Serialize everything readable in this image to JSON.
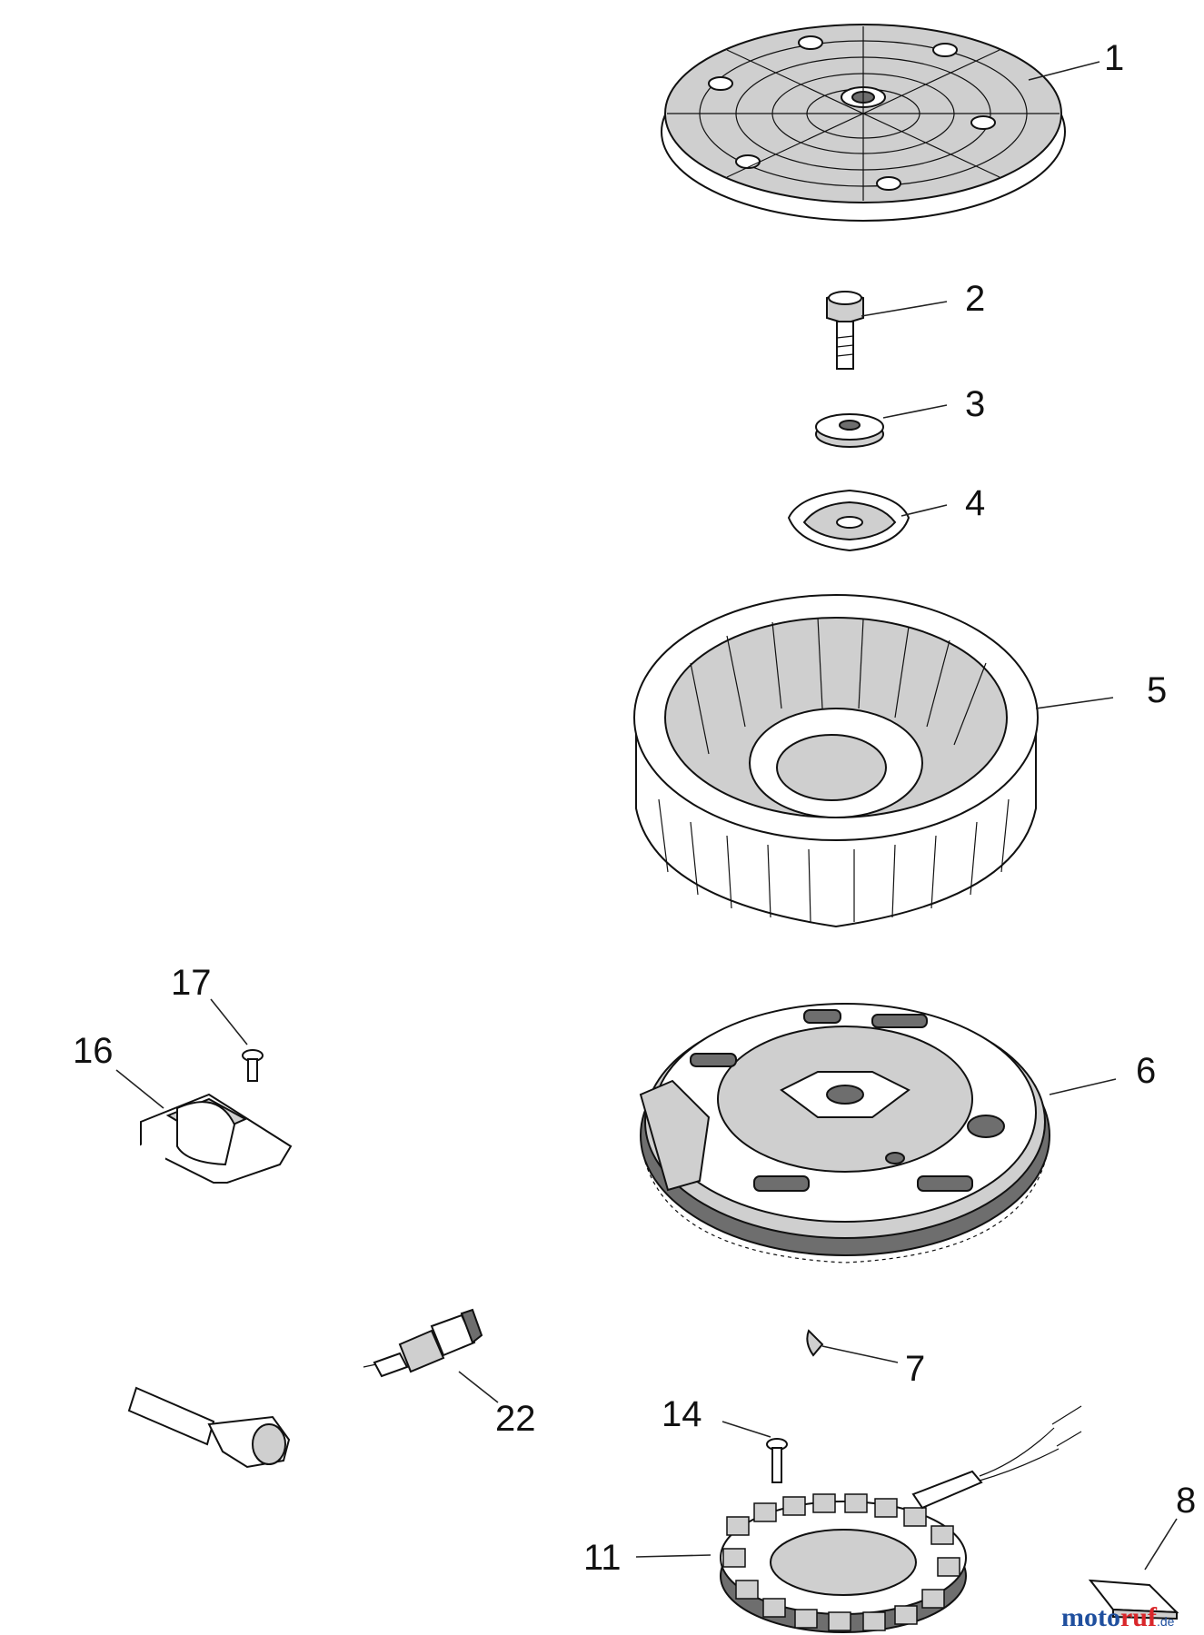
{
  "callouts": {
    "c1": "1",
    "c2": "2",
    "c3": "3",
    "c4": "4",
    "c5": "5",
    "c6": "6",
    "c7": "7",
    "c8": "8",
    "c11": "11",
    "c14": "14",
    "c16": "16",
    "c17": "17",
    "c22": "22"
  },
  "watermark": {
    "part1": "moto",
    "part2": "ruf",
    "suffix": ".de"
  }
}
